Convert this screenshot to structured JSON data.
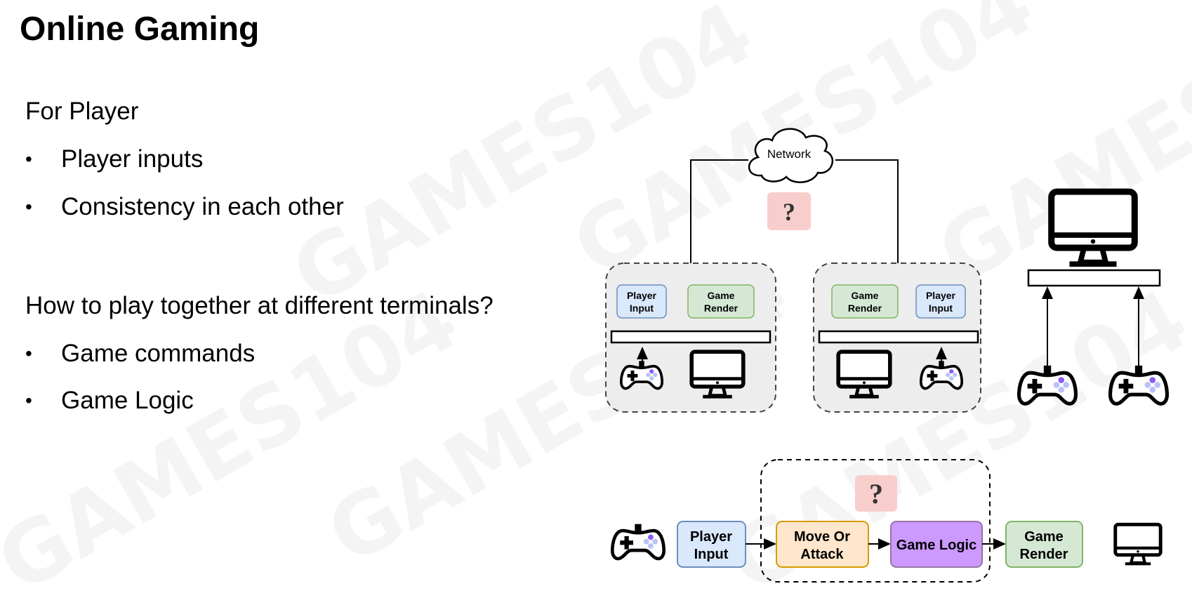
{
  "slide": {
    "title": "Online Gaming",
    "watermark": "GAMES104",
    "sections": [
      {
        "heading": "For Player",
        "bullets": [
          "Player inputs",
          "Consistency in each other"
        ]
      },
      {
        "heading": "How to play together at different terminals?",
        "bullets": [
          "Game commands",
          "Game Logic"
        ]
      }
    ],
    "bullet_char": "•"
  },
  "diagram": {
    "network_label": "Network",
    "question_mark": "?",
    "player_input": [
      "Player",
      "Input"
    ],
    "game_render": [
      "Game",
      "Render"
    ],
    "move_or_attack": [
      "Move Or",
      "Attack"
    ],
    "game_logic": "Game Logic",
    "colors": {
      "player_input_fill": "#dae8fc",
      "player_input_stroke": "#6c8ebf",
      "game_render_fill": "#d5e8d4",
      "game_render_stroke": "#82b366",
      "move_fill": "#ffe6cc",
      "move_stroke": "#d79b00",
      "logic_fill": "#cc99ff",
      "logic_stroke": "#9673a6",
      "question_fill": "#f8cecc",
      "terminal_fill": "#ededed"
    }
  }
}
